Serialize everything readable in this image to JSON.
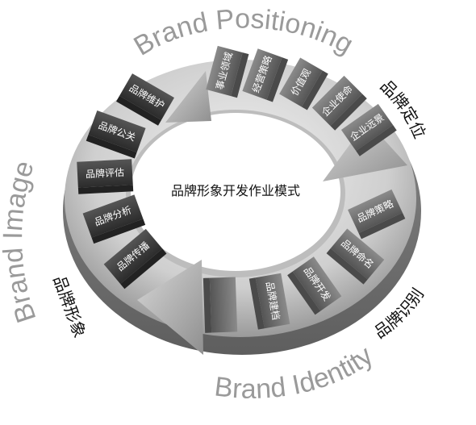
{
  "center_title": "品牌形象开发作业模式",
  "sections": {
    "positioning": {
      "title": "Brand Positioning",
      "title_zh": "品牌定位"
    },
    "identity": {
      "title": "Brand Identity",
      "title_zh": "品牌识别"
    },
    "image": {
      "title": "Brand Image",
      "title_zh": "品牌形象"
    }
  },
  "blocks": [
    "事业领域",
    "经营策略",
    "价值观",
    "企业使命",
    "企业远景",
    "品牌策略",
    "品牌命名",
    "品牌开发",
    "品牌建档",
    "品牌传播",
    "品牌分析",
    "品牌评估",
    "品牌公关",
    "品牌维护"
  ],
  "colors": {
    "ring_light": "#d9d9d9",
    "ring_dark": "#9c9c9c",
    "block_light": "#7d7d7d",
    "block_dark": "#3a3a3a"
  }
}
